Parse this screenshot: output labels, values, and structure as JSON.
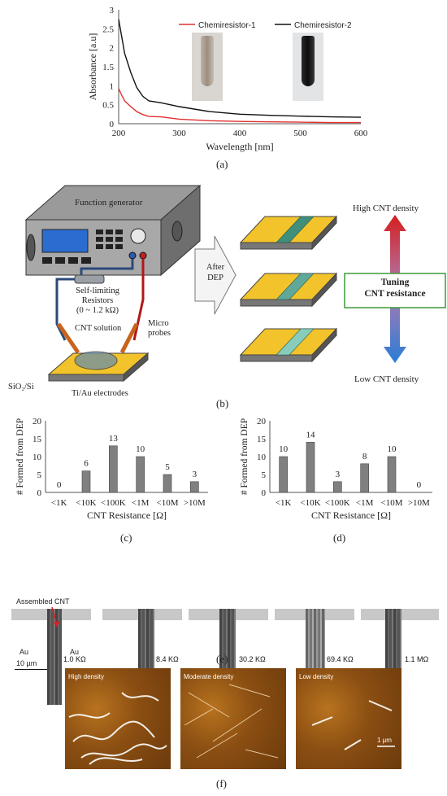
{
  "panel_a": {
    "label": "(a)",
    "chart_data": {
      "type": "line",
      "xlabel": "Wavelength [nm]",
      "ylabel": "Absorbance [a.u]",
      "xlim": [
        200,
        600
      ],
      "ylim": [
        0,
        3
      ],
      "xticks": [
        "200",
        "300",
        "400",
        "500",
        "600"
      ],
      "yticks": [
        "0",
        "0.5",
        "1",
        "1.5",
        "2",
        "2.5",
        "3"
      ],
      "legend_position": "top",
      "series": [
        {
          "name": "Chemiresistor-1",
          "color": "#e03030",
          "x": [
            200,
            205,
            210,
            220,
            230,
            240,
            250,
            270,
            300,
            350,
            400,
            450,
            500,
            550,
            600
          ],
          "y": [
            0.93,
            0.75,
            0.6,
            0.45,
            0.32,
            0.24,
            0.19,
            0.18,
            0.12,
            0.08,
            0.06,
            0.05,
            0.04,
            0.03,
            0.03
          ]
        },
        {
          "name": "Chemiresistor-2",
          "color": "#111111",
          "x": [
            200,
            205,
            210,
            220,
            230,
            240,
            250,
            270,
            300,
            350,
            400,
            450,
            500,
            550,
            600
          ],
          "y": [
            2.75,
            2.3,
            1.85,
            1.35,
            0.95,
            0.72,
            0.6,
            0.55,
            0.45,
            0.32,
            0.25,
            0.22,
            0.2,
            0.18,
            0.17
          ]
        }
      ]
    }
  },
  "panel_b": {
    "label": "(b)",
    "function_generator": "Function generator",
    "resistor_label": "Self-limiting",
    "resistor_label2": "Resistors",
    "resistor_range": "(0 ~ 1.2 kΩ)",
    "cnt_solution": "CNT solution",
    "micro_probes1": "Micro",
    "micro_probes2": "probes",
    "substrate": "SiO₂/Si",
    "electrodes": "Ti/Au electrodes",
    "after1": "After",
    "after2": "DEP",
    "high_density": "High  CNT density",
    "low_density": "Low CNT density",
    "tuning1": "Tuning",
    "tuning2": "CNT resistance"
  },
  "panel_c": {
    "label": "(c)",
    "chart_data": {
      "type": "bar",
      "ylabel": "# Formed from DEP",
      "xlabel": "CNT Resistance [Ω]",
      "categories": [
        "<1K",
        "<10K",
        "<100K",
        "<1M",
        "<10M",
        ">10M"
      ],
      "values": [
        0,
        6,
        13,
        10,
        5,
        3
      ],
      "ylim": [
        0,
        20
      ],
      "yticks": [
        "0",
        "5",
        "10",
        "15",
        "20"
      ]
    }
  },
  "panel_d": {
    "label": "(d)",
    "chart_data": {
      "type": "bar",
      "ylabel": "# Formed from DEP",
      "xlabel": "CNT Resistance [Ω]",
      "categories": [
        "<1K",
        "<10K",
        "<100K",
        "<1M",
        "<10M",
        ">10M"
      ],
      "values": [
        10,
        14,
        3,
        8,
        10,
        0
      ],
      "ylim": [
        0,
        20
      ],
      "yticks": [
        "0",
        "5",
        "10",
        "15",
        "20"
      ]
    }
  },
  "panel_e": {
    "label": "(e)",
    "assembled": "Assembled CNT",
    "au_left": "Au",
    "au_right": "Au",
    "scale": "10 µm",
    "resistances": [
      "1.0 KΩ",
      "8.4 KΩ",
      "30.2 KΩ",
      "69.4 KΩ",
      "1.1 MΩ"
    ]
  },
  "panel_f": {
    "label": "(f)",
    "densities": [
      "High density",
      "Moderate density",
      "Low density"
    ],
    "scale": "1 µm"
  }
}
